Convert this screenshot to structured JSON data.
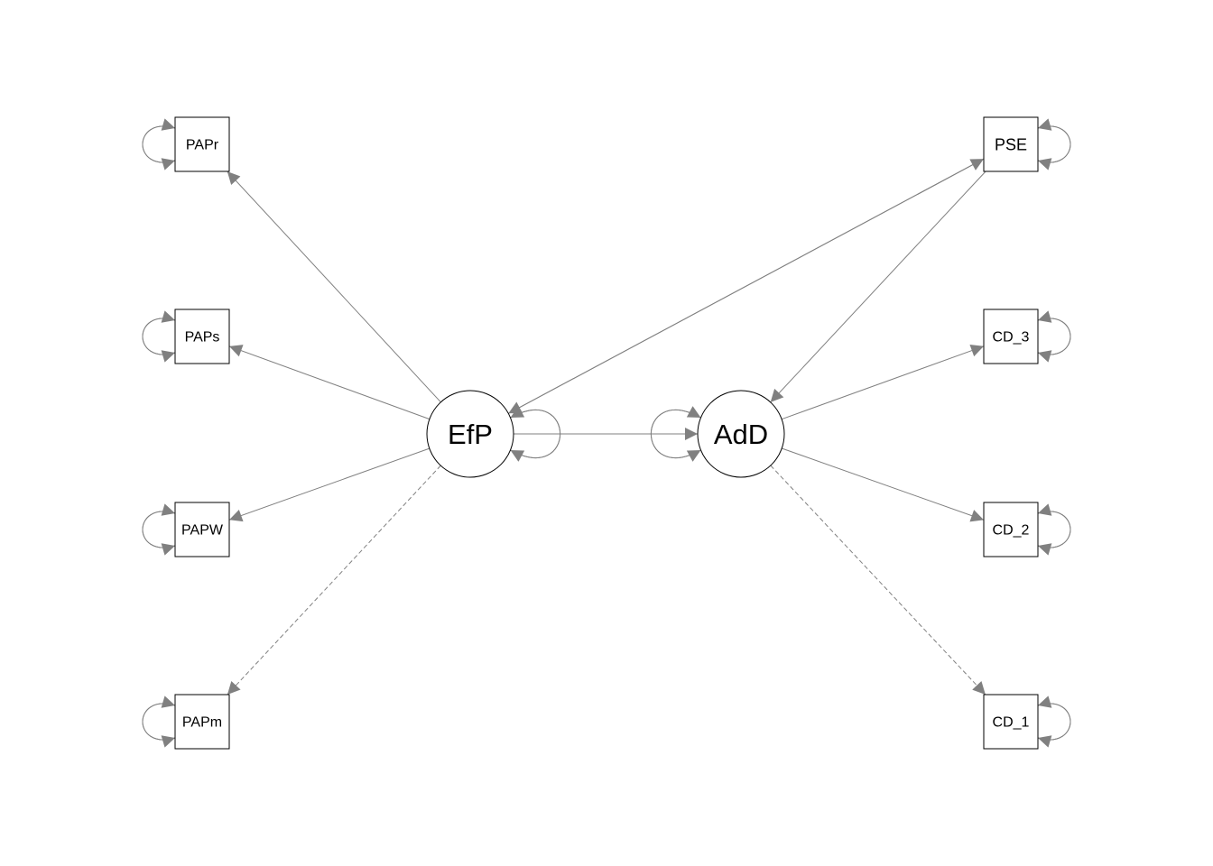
{
  "diagram": {
    "type": "sem-path-diagram",
    "latent_nodes": [
      {
        "id": "EfP",
        "label": "EfP"
      },
      {
        "id": "AdD",
        "label": "AdD"
      }
    ],
    "manifest_nodes": [
      {
        "id": "PAPr",
        "label": "PAPr"
      },
      {
        "id": "PAPs",
        "label": "PAPs"
      },
      {
        "id": "PAPW",
        "label": "PAPW"
      },
      {
        "id": "PAPm",
        "label": "PAPm"
      },
      {
        "id": "PSE",
        "label": "PSE"
      },
      {
        "id": "CD_3",
        "label": "CD_3"
      },
      {
        "id": "CD_2",
        "label": "CD_2"
      },
      {
        "id": "CD_1",
        "label": "CD_1"
      }
    ],
    "edges": [
      {
        "from": "EfP",
        "to": "PAPr",
        "style": "solid"
      },
      {
        "from": "EfP",
        "to": "PAPs",
        "style": "solid"
      },
      {
        "from": "EfP",
        "to": "PAPW",
        "style": "solid"
      },
      {
        "from": "EfP",
        "to": "PAPm",
        "style": "dashed"
      },
      {
        "from": "EfP",
        "to": "AdD",
        "style": "solid"
      },
      {
        "from": "PSE",
        "to": "EfP",
        "style": "solid"
      },
      {
        "from": "PSE",
        "to": "AdD",
        "style": "solid"
      },
      {
        "from": "EfP",
        "to": "PSE",
        "style": "solid"
      },
      {
        "from": "AdD",
        "to": "CD_3",
        "style": "solid"
      },
      {
        "from": "AdD",
        "to": "CD_2",
        "style": "solid"
      },
      {
        "from": "AdD",
        "to": "CD_1",
        "style": "dashed"
      }
    ],
    "colors": {
      "edge": "#808080",
      "node_stroke": "#000000",
      "background": "#ffffff"
    }
  }
}
